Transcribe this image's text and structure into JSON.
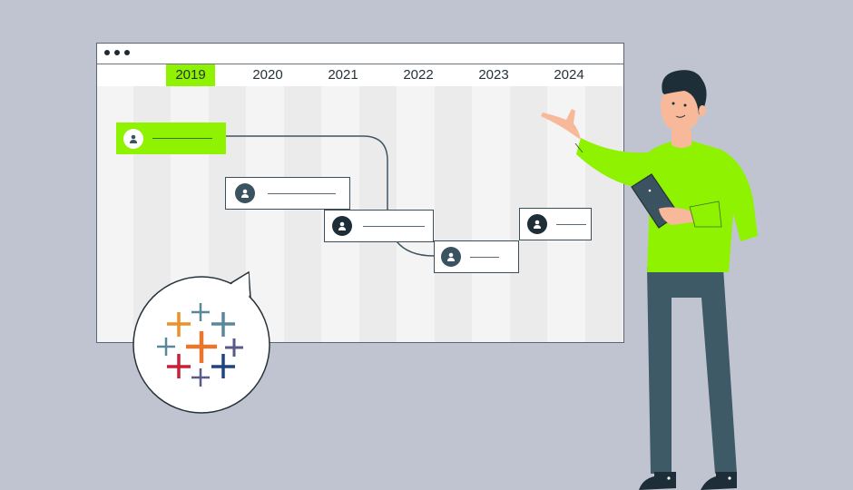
{
  "board": {
    "window_dots": 3,
    "years": [
      "2019",
      "2020",
      "2021",
      "2022",
      "2023",
      "2024"
    ],
    "active_year": "2019",
    "colors": {
      "accent": "#8ef200",
      "border": "#3e4e58",
      "stripe_light": "#f4f4f4",
      "stripe_dark": "#ebebeb",
      "background": "#c0c4d0"
    }
  },
  "timeline_cards": [
    {
      "id": "card-1",
      "highlighted": true
    },
    {
      "id": "card-2",
      "highlighted": false
    },
    {
      "id": "card-3",
      "highlighted": false
    },
    {
      "id": "card-4",
      "highlighted": false
    },
    {
      "id": "card-5",
      "highlighted": false
    }
  ],
  "logo": {
    "icon": "tableau-logo-icon",
    "colors": [
      "#e8762d",
      "#5b879b",
      "#c72037",
      "#1f447e",
      "#59598a",
      "#eb9129"
    ]
  },
  "illustration": {
    "figure": "presenter-with-tablet",
    "shirt_color": "#8ef200",
    "pants_color": "#3d5a66"
  }
}
